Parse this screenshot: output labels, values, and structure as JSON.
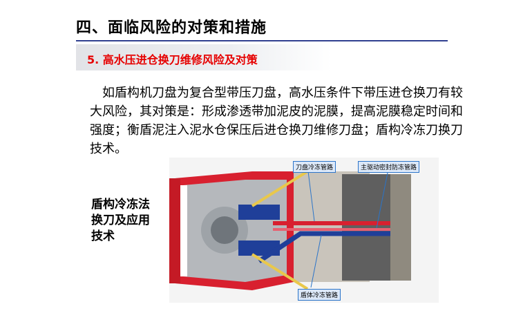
{
  "slide": {
    "title": "四、面临风险的对策和措施",
    "subtitle": "5. 高水压进仓换刀维修风险及对策",
    "body": "如盾构机刀盘为复合型带压刀盘，高水压条件下带压进仓换刀有较大风险，其对策是：形成渗透带加泥皮的泥膜，提高泥膜稳定时间和强度；衡盾泥注入泥水仓保压后进仓换刀维修刀盘；盾构冷冻刀换刀技术。",
    "side_label": "盾构冷冻法换刀及应用技术"
  },
  "diagram": {
    "callouts": {
      "cutterhead_freeze": "刀盘冷冻管路",
      "main_drive_freeze": "主驱动密封防冻管路",
      "shield_freeze": "盾体冷冻管路"
    },
    "colors": {
      "shell_red": "#d8202f",
      "pipe_blue": "#1f3f99",
      "pipe_yellow": "#e9c84b",
      "steel_gray": "#8e949a",
      "backup_dark": "#555555"
    }
  }
}
